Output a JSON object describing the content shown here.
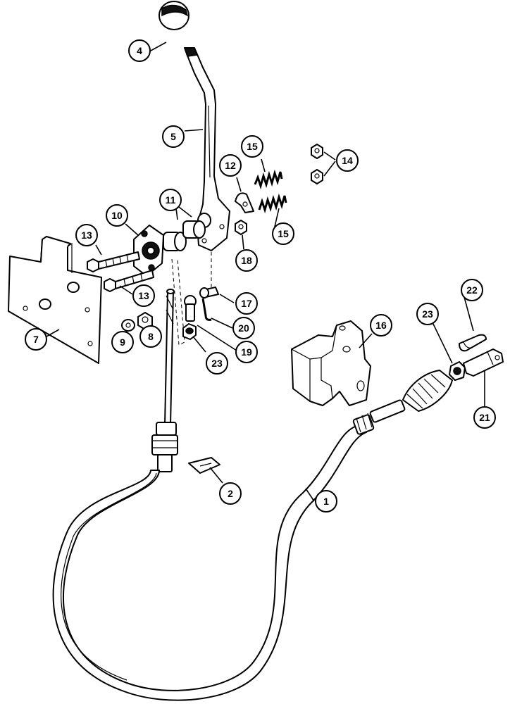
{
  "callouts": [
    {
      "id": "c4",
      "label": "4"
    },
    {
      "id": "c5",
      "label": "5"
    },
    {
      "id": "c15a",
      "label": "15"
    },
    {
      "id": "c14",
      "label": "14"
    },
    {
      "id": "c12",
      "label": "12"
    },
    {
      "id": "c11",
      "label": "11"
    },
    {
      "id": "c10",
      "label": "10"
    },
    {
      "id": "c13a",
      "label": "13"
    },
    {
      "id": "c15b",
      "label": "15"
    },
    {
      "id": "c18",
      "label": "18"
    },
    {
      "id": "c13b",
      "label": "13"
    },
    {
      "id": "c17",
      "label": "17"
    },
    {
      "id": "c22",
      "label": "22"
    },
    {
      "id": "c20",
      "label": "20"
    },
    {
      "id": "c16",
      "label": "16"
    },
    {
      "id": "c23a",
      "label": "23"
    },
    {
      "id": "c19",
      "label": "19"
    },
    {
      "id": "c7",
      "label": "7"
    },
    {
      "id": "c9",
      "label": "9"
    },
    {
      "id": "c8",
      "label": "8"
    },
    {
      "id": "c23b",
      "label": "23"
    },
    {
      "id": "c21",
      "label": "21"
    },
    {
      "id": "c2",
      "label": "2"
    },
    {
      "id": "c1",
      "label": "1"
    }
  ],
  "colors": {
    "ink": "#000000",
    "paper": "#ffffff"
  }
}
